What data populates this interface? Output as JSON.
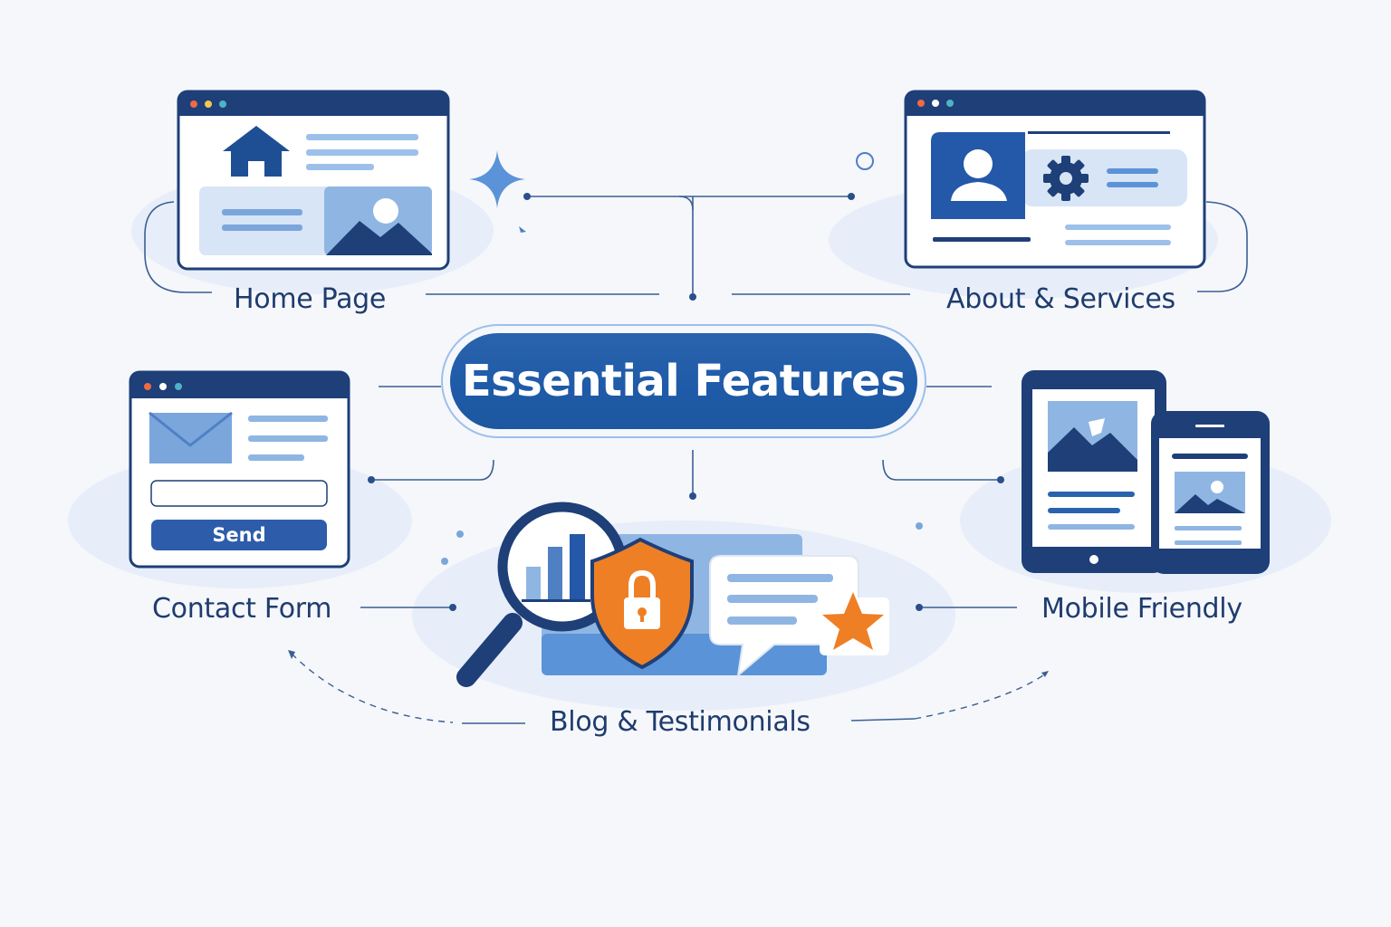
{
  "center": {
    "title": "Essential Features"
  },
  "features": {
    "home": "Home Page",
    "about": "About & Services",
    "contact": "Contact Form",
    "mobile": "Mobile Friendly",
    "blog": "Blog & Testimonials"
  },
  "contact_form": {
    "send_label": "Send"
  },
  "icons": [
    "home-icon",
    "image-icon",
    "user-icon",
    "gear-icon",
    "mail-icon",
    "magnifier-icon",
    "bar-chart-icon",
    "shield-lock-icon",
    "chat-bubble-icon",
    "star-icon",
    "tablet-icon",
    "phone-icon",
    "sparkle-icon"
  ],
  "colors": {
    "navy": "#1e3f78",
    "primary": "#2a63ad",
    "light_blue": "#8fb6e3",
    "pale_blue": "#e4edf9",
    "orange": "#ef7f25",
    "text": "#1f3c6e"
  }
}
